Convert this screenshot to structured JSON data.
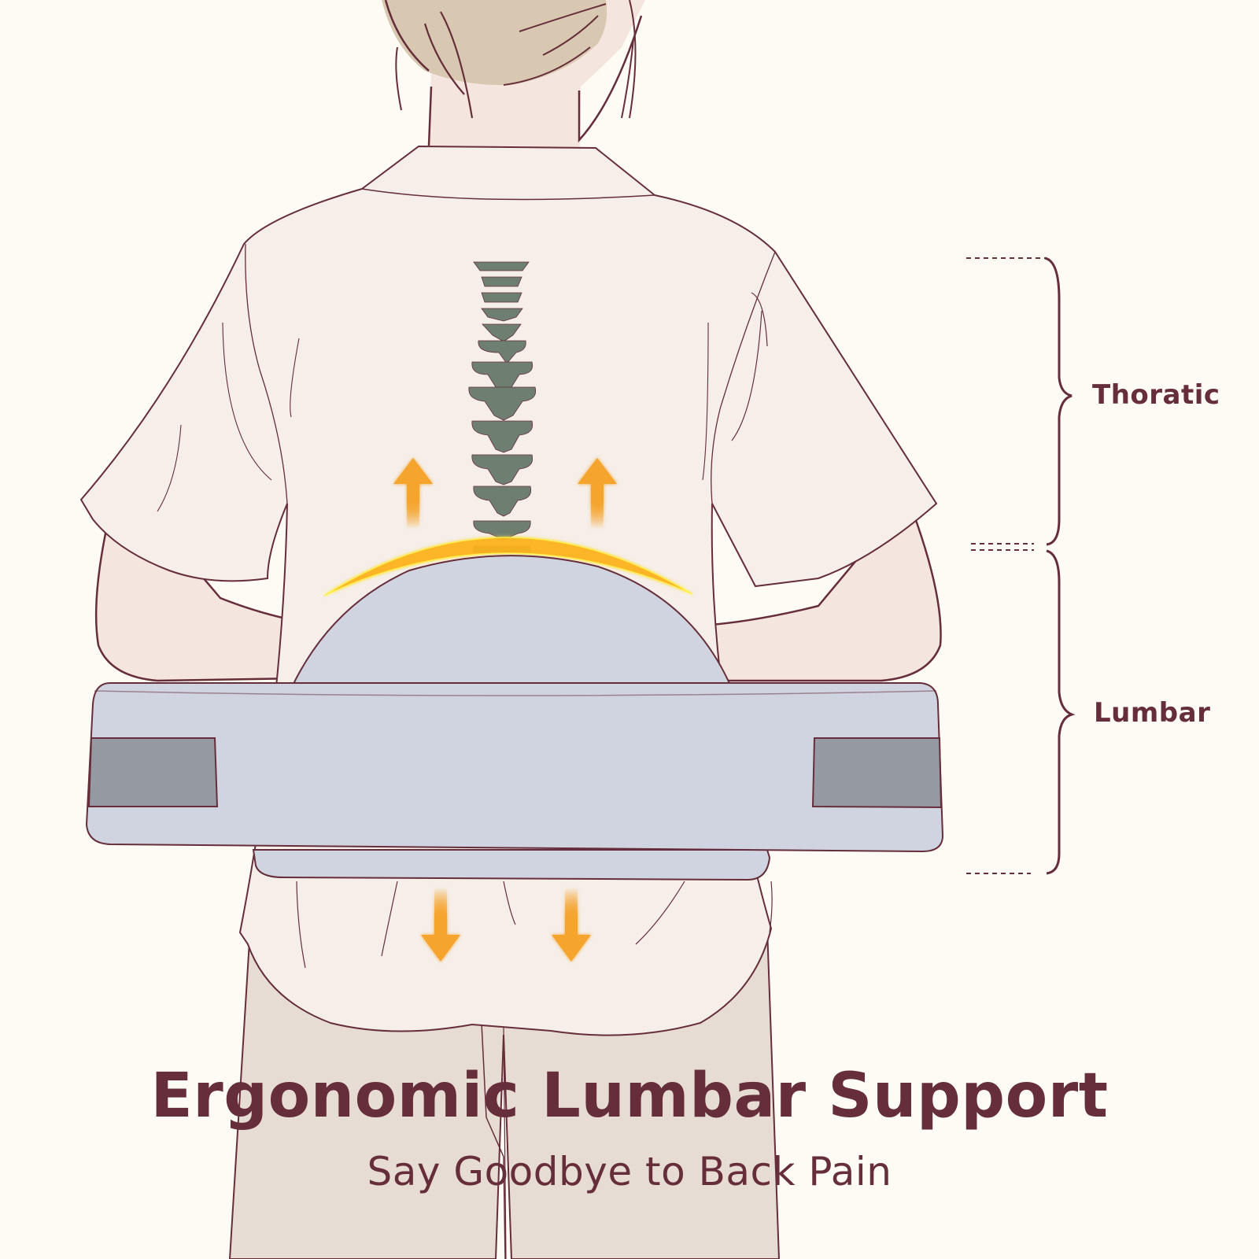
{
  "illustration": {
    "subject": "woman-back-view-with-lumbar-support-belt",
    "colors": {
      "background": "#fefaf4",
      "outline": "#652e3a",
      "shirt": "#f5eee9",
      "skin": "#f5e5df",
      "hair": "#d9c8b1",
      "pants": "#e7dcd3",
      "belt": "#d0d4e0",
      "belt_patch": "#9599a1",
      "spine": "#6e7f72",
      "arrow": "#f5a42e",
      "arc_glow": "#fcb21b"
    },
    "arrows": [
      {
        "direction": "up",
        "icon": "arrow-up-icon"
      },
      {
        "direction": "up",
        "icon": "arrow-up-icon"
      },
      {
        "direction": "down",
        "icon": "arrow-down-icon"
      },
      {
        "direction": "down",
        "icon": "arrow-down-icon"
      }
    ]
  },
  "annotations": {
    "thoracic": {
      "label": "Thoratic"
    },
    "lumbar": {
      "label": "Lumbar"
    }
  },
  "heading": {
    "title": "Ergonomic Lumbar Support",
    "subtitle": "Say Goodbye to Back Pain"
  }
}
